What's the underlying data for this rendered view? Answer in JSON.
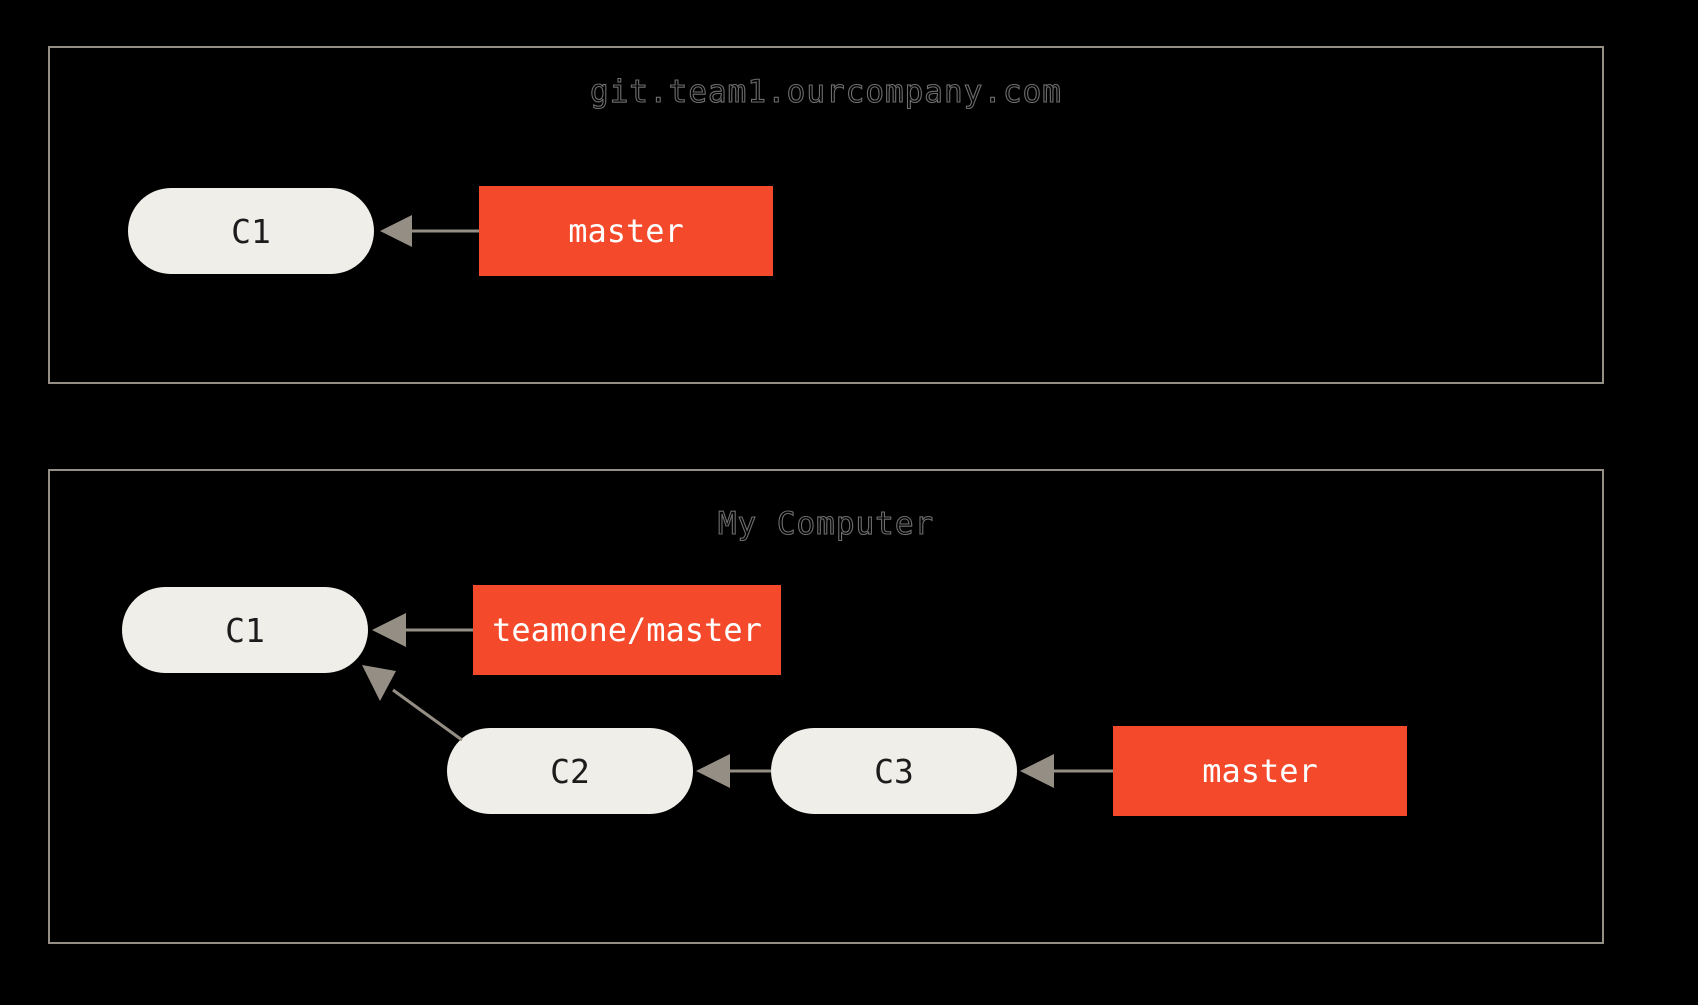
{
  "diagram": {
    "background_color": "#000000",
    "border_color": "#958E85",
    "commit_color": "#EFEEE8",
    "branch_color": "#F4492A",
    "arrow_color": "#958E85"
  },
  "panels": [
    {
      "id": "server",
      "title": "git.team1.ourcompany.com",
      "commits": [
        {
          "label": "C1"
        }
      ],
      "branches": [
        {
          "label": "master"
        }
      ]
    },
    {
      "id": "local",
      "title": "My Computer",
      "commits": [
        {
          "label": "C1"
        },
        {
          "label": "C2"
        },
        {
          "label": "C3"
        }
      ],
      "branches": [
        {
          "label": "teamone/master"
        },
        {
          "label": "master"
        }
      ]
    }
  ]
}
